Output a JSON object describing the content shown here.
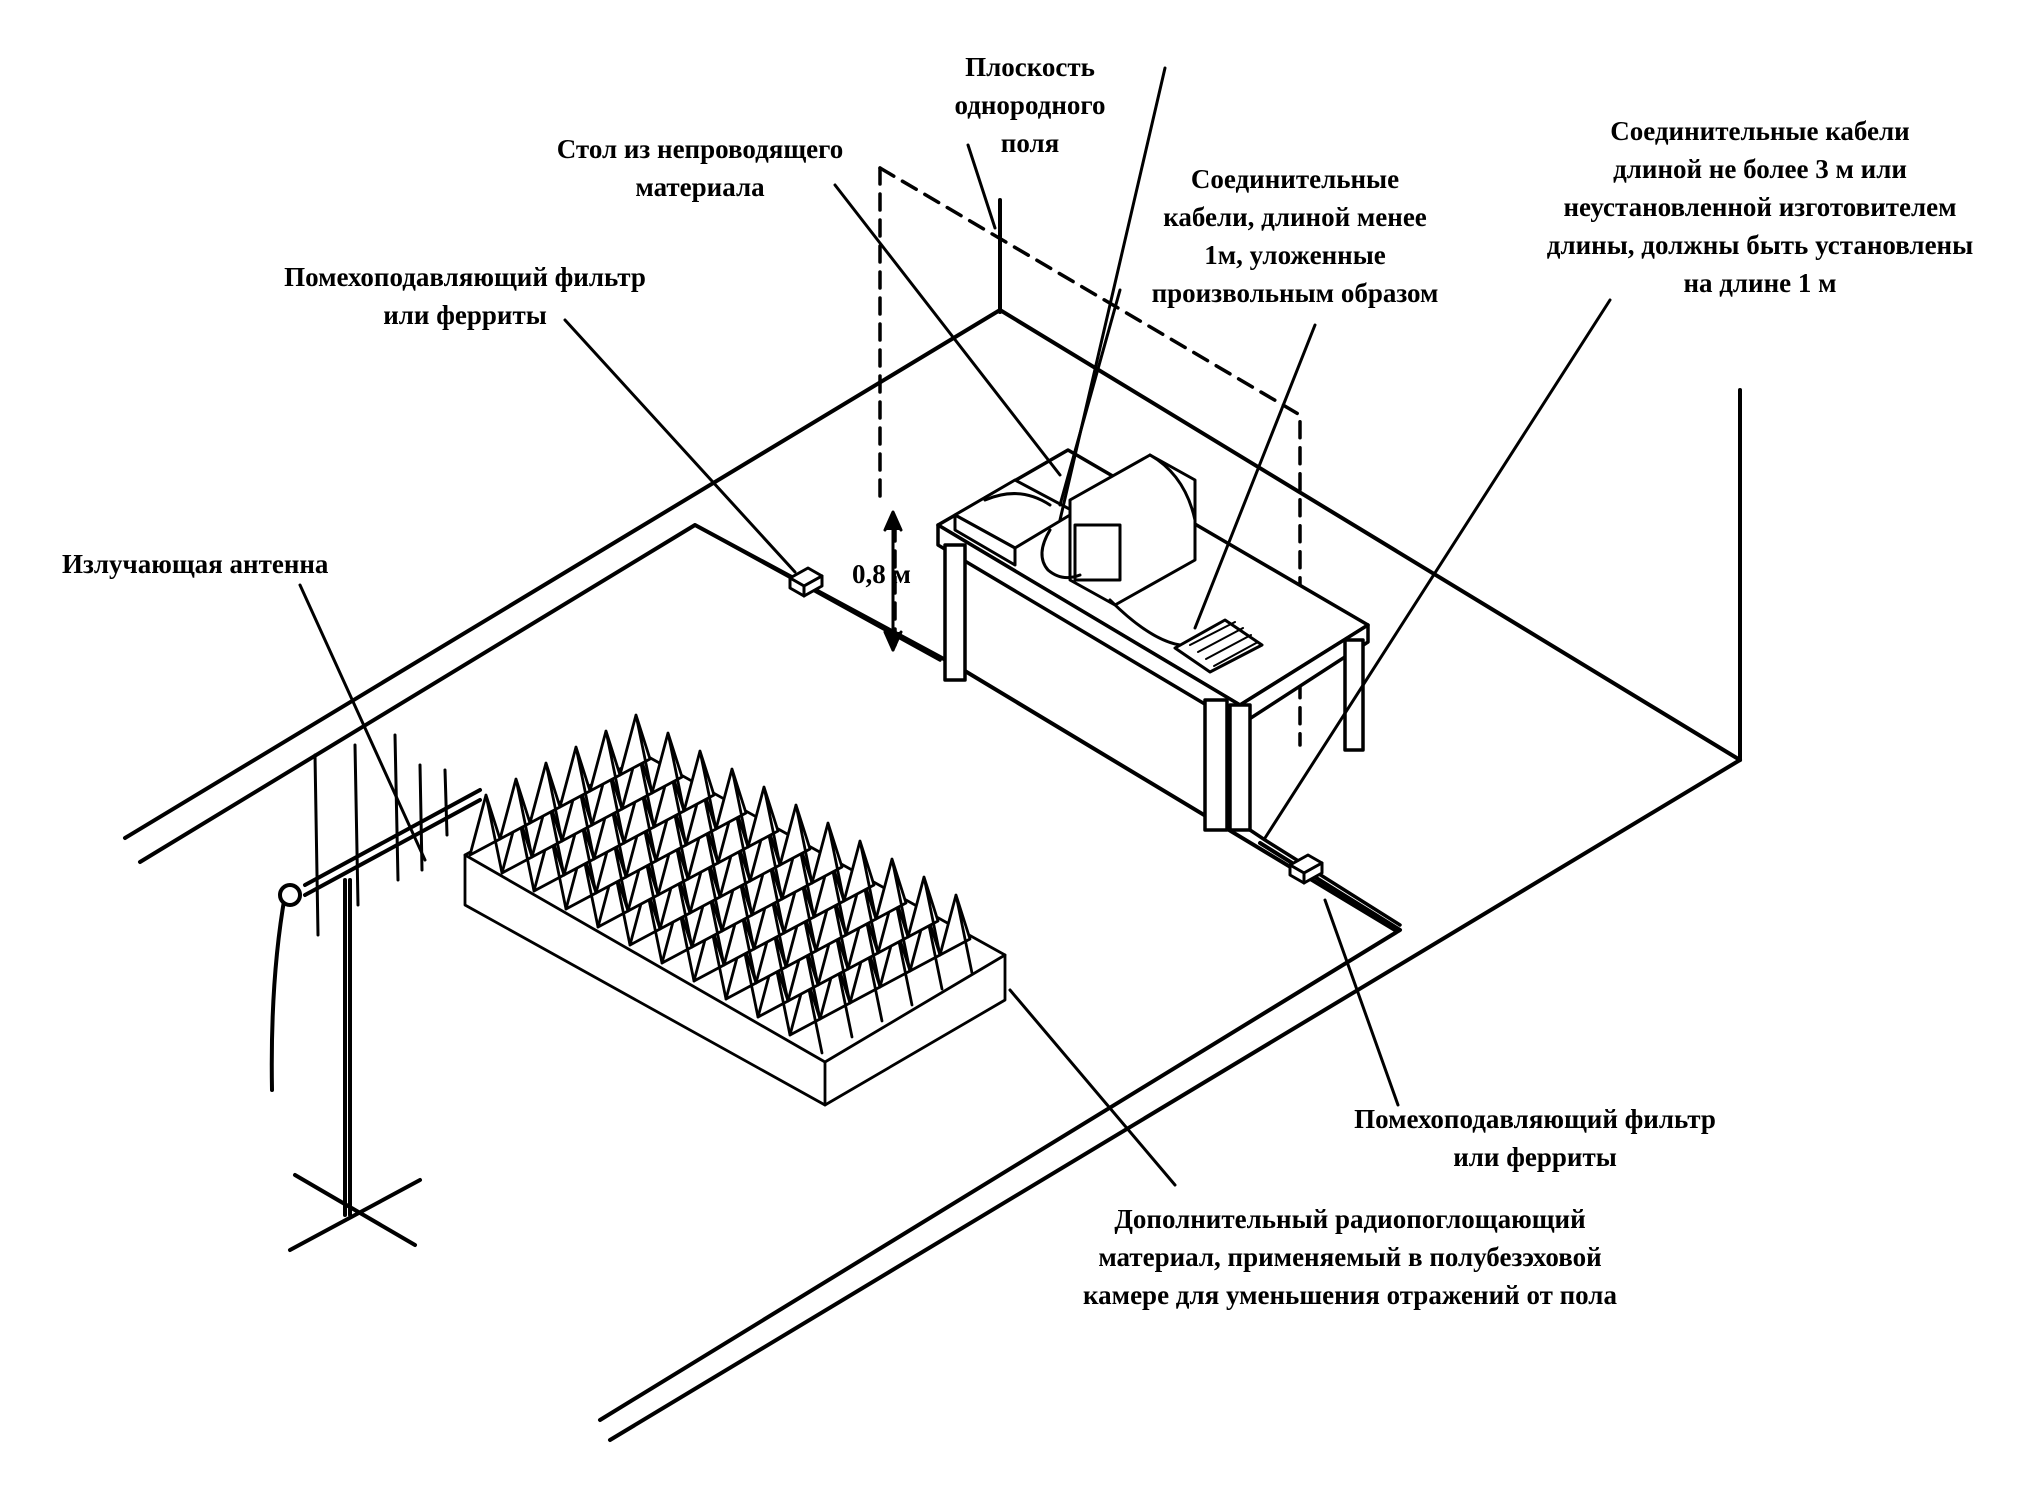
{
  "labels": {
    "uniform_field_plane": [
      "Плоскость",
      "однородного",
      "поля"
    ],
    "nonconductive_table": [
      "Стол из непроводящего",
      "материала"
    ],
    "cables_under_1m": [
      "Соединительные",
      "кабели, длиной менее",
      "1м, уложенные",
      "произвольным образом"
    ],
    "cables_up_to_3m": [
      "Соединительные кабели",
      "длиной   не более 3 м или",
      "неустановленной  изготовителем",
      "длины, должны быть установлены",
      "на длине 1 м"
    ],
    "filter_top": [
      "Помехоподавляющий фильтр",
      "или ферриты"
    ],
    "radiating_antenna": [
      "Излучающая антенна"
    ],
    "height": "0,8 м",
    "filter_bottom": [
      "Помехоподавляющий фильтр",
      "или ферриты"
    ],
    "absorber": [
      "Дополнительный радиопоглощающий",
      "материал, применяемый в полубезэховой",
      "камере для уменьшения отражений от пола"
    ]
  },
  "colors": {
    "ink": "#000000",
    "paper": "#ffffff"
  }
}
